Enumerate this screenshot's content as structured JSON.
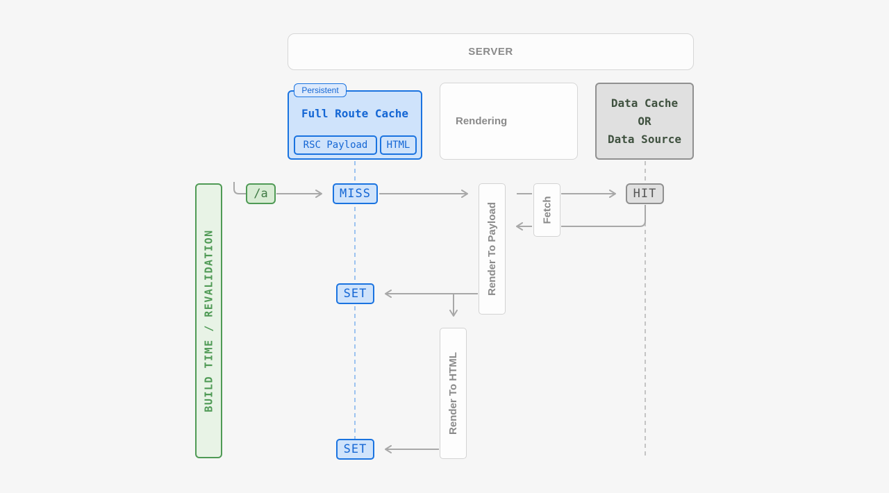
{
  "server": {
    "label": "SERVER"
  },
  "full_route_cache": {
    "tag": "Persistent",
    "title": "Full Route Cache",
    "items": [
      "RSC Payload",
      "HTML"
    ]
  },
  "rendering": {
    "label": "Rendering"
  },
  "data_cache": {
    "lines": [
      "Data Cache",
      "OR",
      "Data Source"
    ]
  },
  "timeline": {
    "label": "BUILD TIME / REVALIDATION"
  },
  "flow": {
    "request": "/a",
    "miss": "MISS",
    "render_payload": "Render To Payload",
    "fetch": "Fetch",
    "hit": "HIT",
    "set_payload": "SET",
    "render_html": "Render To HTML",
    "set_html": "SET"
  },
  "colors": {
    "blue_accent": "#1a73e0",
    "blue_fill": "#cfe3fb",
    "green_accent": "#4f9a55",
    "green_fill": "#e8f3e6",
    "gray_accent": "#909090",
    "gray_fill": "#e0e0e0",
    "arrow": "#a8a8a8"
  }
}
